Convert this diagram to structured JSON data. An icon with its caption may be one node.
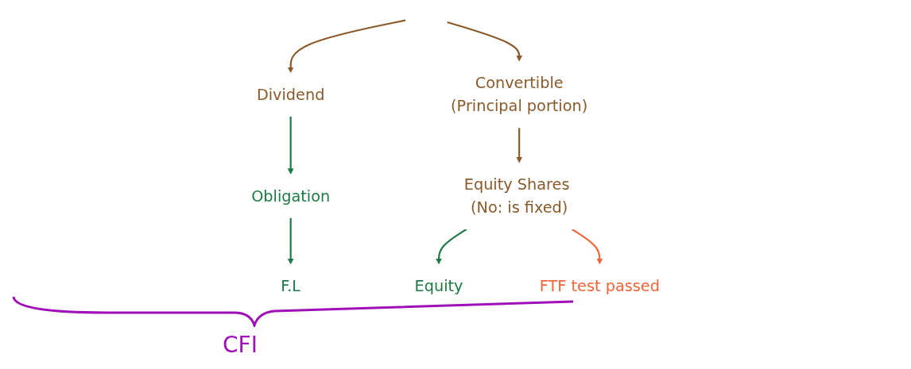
{
  "diagram": {
    "nodes": [
      {
        "text": [
          "Dividend"
        ]
      },
      {
        "text": [
          "Obligation"
        ]
      },
      {
        "text": [
          "F.L"
        ]
      },
      {
        "text": [
          "Convertible",
          "(Principal portion)"
        ]
      },
      {
        "text": [
          "Equity Shares (No: is fixed)"
        ]
      },
      {
        "text": [
          "Equity"
        ]
      },
      {
        "text": [
          "FTF test passed"
        ]
      }
    ],
    "edges": [
      {
        "from": null,
        "to": 0,
        "arrow": "to"
      },
      {
        "from": null,
        "to": 3,
        "arrow": "to"
      },
      {
        "from": 0,
        "to": 1,
        "arrow": "to",
        "color": "#1e7a44"
      },
      {
        "from": 1,
        "to": 2,
        "arrow": "to",
        "color": "#1e7a44"
      },
      {
        "from": 3,
        "to": 4,
        "arrow": "to"
      },
      {
        "from": 4,
        "to": 5,
        "arrow": "to",
        "color": "#1e7a44"
      },
      {
        "from": 4,
        "to": 6,
        "arrow": "to",
        "color": "#f0643a"
      }
    ],
    "labels": [
      "CFI"
    ]
  }
}
